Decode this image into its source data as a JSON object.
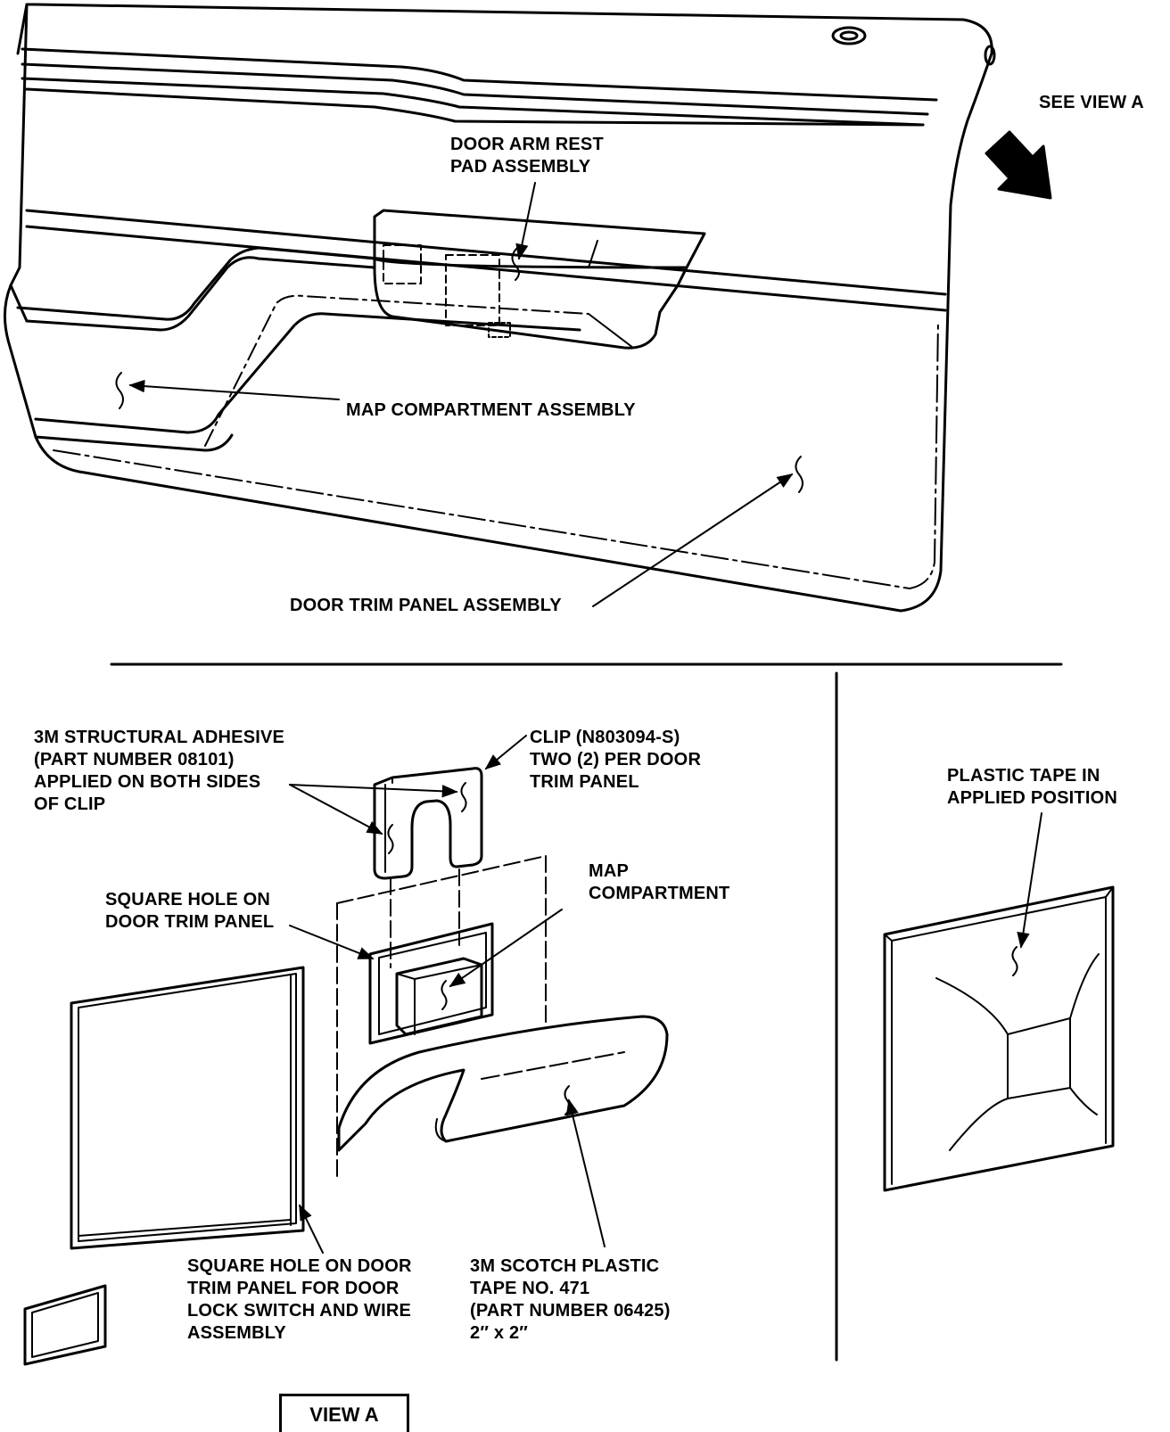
{
  "labels": {
    "see_view_a": "SEE VIEW A",
    "door_arm_rest": [
      "DOOR ARM REST",
      "PAD ASSEMBLY"
    ],
    "map_compartment_assembly": "MAP COMPARTMENT ASSEMBLY",
    "door_trim_panel_assembly": "DOOR TRIM PANEL ASSEMBLY",
    "adhesive": [
      "3M STRUCTURAL ADHESIVE",
      "(PART NUMBER 08101)",
      "APPLIED ON BOTH SIDES",
      "OF CLIP"
    ],
    "clip": [
      "CLIP (N803094-S)",
      "TWO (2) PER DOOR",
      "TRIM PANEL"
    ],
    "square_hole_trim": [
      "SQUARE HOLE ON",
      "DOOR TRIM PANEL"
    ],
    "map_compartment": [
      "MAP",
      "COMPARTMENT"
    ],
    "square_hole_lock": [
      "SQUARE HOLE ON DOOR",
      "TRIM PANEL FOR DOOR",
      "LOCK SWITCH AND WIRE",
      "ASSEMBLY"
    ],
    "scotch_tape": [
      "3M SCOTCH PLASTIC",
      "TAPE NO. 471",
      "(PART NUMBER 06425)",
      "2″ x 2″"
    ],
    "plastic_tape": [
      "PLASTIC TAPE IN",
      "APPLIED POSITION"
    ],
    "view_a": "VIEW A"
  },
  "colors": {
    "ink": "#000000",
    "paper": "#ffffff"
  }
}
